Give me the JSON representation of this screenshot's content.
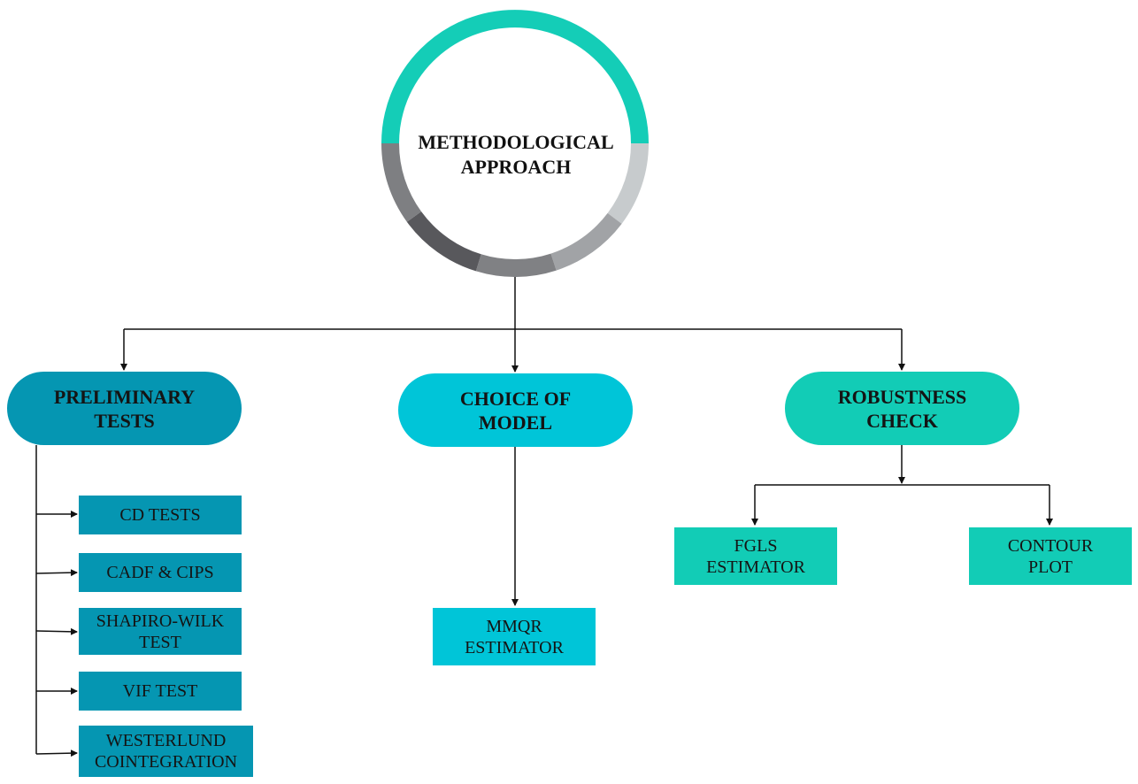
{
  "center": {
    "title": "METHODOLOGICAL\nAPPROACH",
    "ring_colors": {
      "accent": "#14cdb7",
      "light_gray": "#c7cbcd",
      "mid_gray": "#a1a3a6",
      "gray": "#808184",
      "dark_gray": "#58585c",
      "slate": "#7e7f82"
    }
  },
  "branches": {
    "preliminary": {
      "label": "PRELIMINARY\nTESTS",
      "color": "#0596b2",
      "items": [
        "CD TESTS",
        "CADF & CIPS",
        "SHAPIRO-WILK\nTEST",
        "VIF TEST",
        "WESTERLUND\nCOINTEGRATION"
      ]
    },
    "model": {
      "label": "CHOICE OF\nMODEL",
      "color": "#00c5d8",
      "items": [
        "MMQR\nESTIMATOR"
      ]
    },
    "robustness": {
      "label": "ROBUSTNESS\nCHECK",
      "color": "#12ccb6",
      "items": [
        "FGLS\nESTIMATOR",
        "CONTOUR\nPLOT"
      ]
    }
  }
}
